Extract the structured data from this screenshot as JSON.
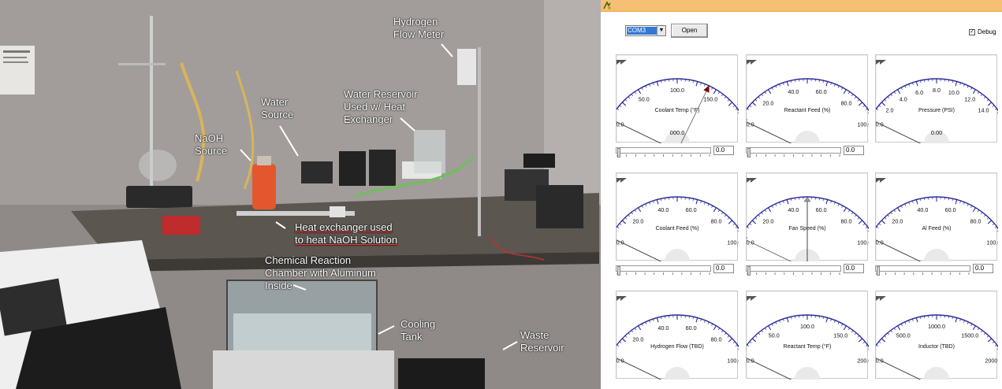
{
  "photo": {
    "labels": [
      {
        "id": "hydrogen-flow-meter",
        "text": "Hydrogen\nFlow Meter"
      },
      {
        "id": "water-source",
        "text": "Water\nSource"
      },
      {
        "id": "water-reservoir",
        "text": "Water Reservoir\nUsed w/ Heat\nExchanger"
      },
      {
        "id": "naoh-source",
        "text": "NaOH\nSource"
      },
      {
        "id": "heat-exchanger",
        "text": "Heat exchanger used\nto heat NaOH Solution"
      },
      {
        "id": "reaction-chamber",
        "text": "Chemical Reaction\nChamber with Aluminum\nInside"
      },
      {
        "id": "cooling-tank",
        "text": "Cooling\nTank"
      },
      {
        "id": "waste-reservoir",
        "text": "Waste\nReservoir"
      }
    ]
  },
  "app": {
    "com_port": "COM3",
    "open_label": "Open",
    "debug_label": "Debug",
    "debug_checked": "✓",
    "gauges": [
      {
        "id": "coolant-temp",
        "label": "Coolant Temp (°F)",
        "ticks": [
          "0.0",
          "50.0",
          "100.0",
          "150.0"
        ],
        "readout": "000.0",
        "max": 200,
        "value": 0,
        "setpoint": 140,
        "slider_value": "0.0",
        "has_slider": true
      },
      {
        "id": "reactant-feed",
        "label": "Reactant Feed (%)",
        "ticks": [
          "0.0",
          "20.0",
          "40.0",
          "60.0",
          "80.0",
          "100.0"
        ],
        "readout": "",
        "max": 100,
        "value": 0,
        "setpoint": 0,
        "slider_value": "0.0",
        "has_slider": true
      },
      {
        "id": "pressure",
        "label": "Pressure (PSI)",
        "ticks": [
          "0.0",
          "2.0",
          "4.0",
          "6.0",
          "8.0",
          "10.0",
          "12.0",
          "14.0"
        ],
        "readout": "0.00",
        "max": 16,
        "value": 0,
        "setpoint": null,
        "has_slider": false
      },
      {
        "id": "coolant-feed",
        "label": "Coolant Feed (%)",
        "ticks": [
          "0.0",
          "20.0",
          "40.0",
          "60.0",
          "80.0",
          "100.0"
        ],
        "readout": "",
        "max": 100,
        "value": 0,
        "setpoint": null,
        "slider_value": "0.0",
        "has_slider": true
      },
      {
        "id": "fan-speed",
        "label": "Fan Speed (%)",
        "ticks": [
          "0.0",
          "20.0",
          "40.0",
          "60.0",
          "80.0",
          "100.0"
        ],
        "readout": "",
        "max": 100,
        "value": 50,
        "setpoint": 0,
        "slider_value": "0.0",
        "has_slider": true
      },
      {
        "id": "al-feed",
        "label": "Al Feed (%)",
        "ticks": [
          "0.0",
          "20.0",
          "40.0",
          "60.0",
          "80.0",
          "100.0"
        ],
        "readout": "",
        "max": 100,
        "value": 0,
        "setpoint": null,
        "slider_value": "0.0",
        "has_slider": true
      },
      {
        "id": "hydrogen-flow",
        "label": "Hydrogen Flow (TBD)",
        "ticks": [
          "0.0",
          "20.0",
          "40.0",
          "60.0",
          "80.0",
          "100.0"
        ],
        "readout": "",
        "max": 100,
        "value": 0,
        "setpoint": null,
        "has_slider": false
      },
      {
        "id": "reactant-temp",
        "label": "Reactant Temp (°F)",
        "ticks": [
          "0.0",
          "50.0",
          "100.0",
          "150.0",
          "200.0"
        ],
        "readout": "",
        "max": 200,
        "value": 0,
        "setpoint": null,
        "has_slider": false
      },
      {
        "id": "inductor",
        "label": "Inductor (TBD)",
        "ticks": [
          "0.0",
          "500.0",
          "1000.0",
          "1500.0",
          "2000.0"
        ],
        "readout": "",
        "max": 2000,
        "value": 0,
        "setpoint": null,
        "has_slider": false
      }
    ],
    "colors": {
      "titlebar": "#f5c073",
      "scale_arc": "#2b2b9a",
      "setpoint_marker": "#7a0a0a",
      "selection": "#3478d4"
    }
  }
}
